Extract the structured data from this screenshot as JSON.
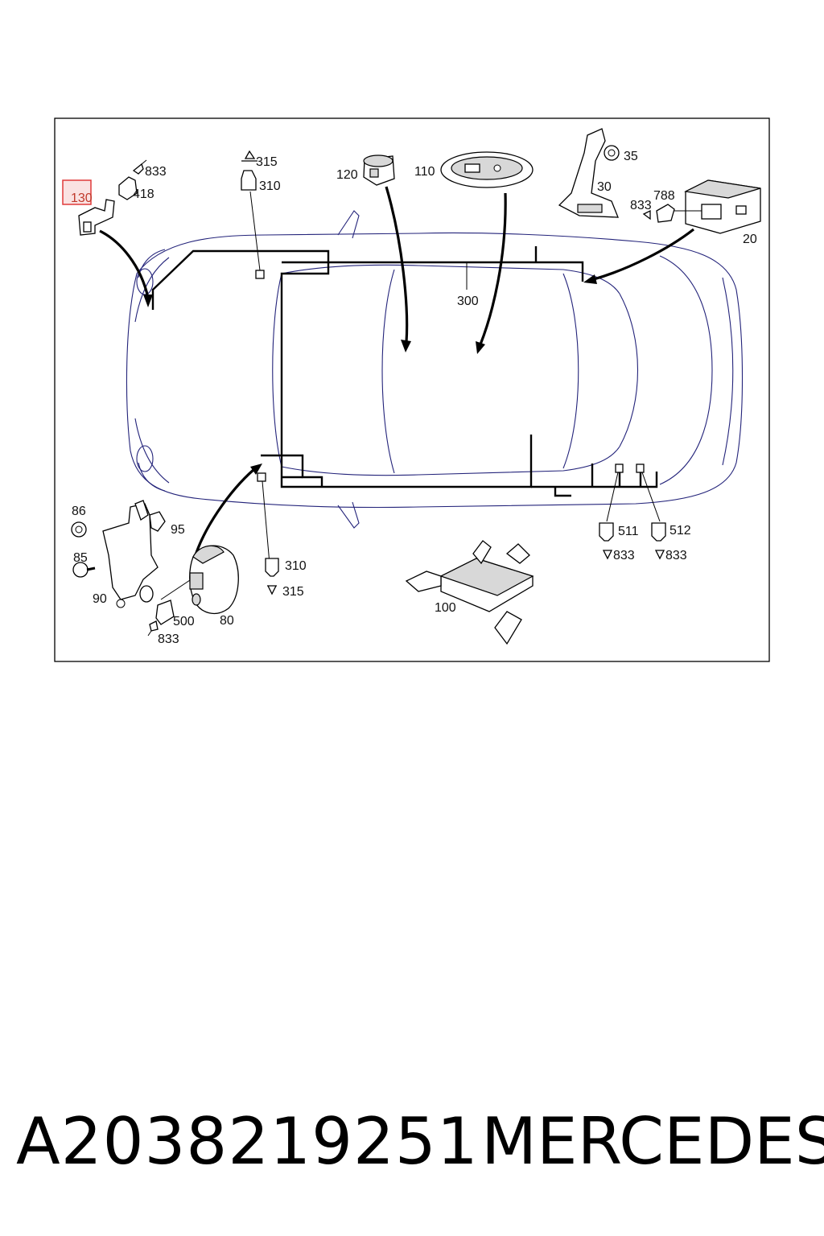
{
  "labels": {
    "l833a": "833",
    "l418": "418",
    "l130": "130",
    "l315a": "315",
    "l310a": "310",
    "l120": "120",
    "l110": "110",
    "l30": "30",
    "l35": "35",
    "l788": "788",
    "l833b": "833",
    "l20": "20",
    "l300": "300",
    "l86": "86",
    "l95": "95",
    "l85": "85",
    "l90": "90",
    "l500": "500",
    "l80": "80",
    "l833c": "833",
    "l310b": "310",
    "l315b": "315",
    "l100": "100",
    "l511": "511",
    "l512": "512",
    "l833d": "833",
    "l833e": "833"
  },
  "highlight": {
    "color": "#e03a3a"
  },
  "footer": {
    "part_number": "A2038219251",
    "brand": "MERCEDES"
  }
}
